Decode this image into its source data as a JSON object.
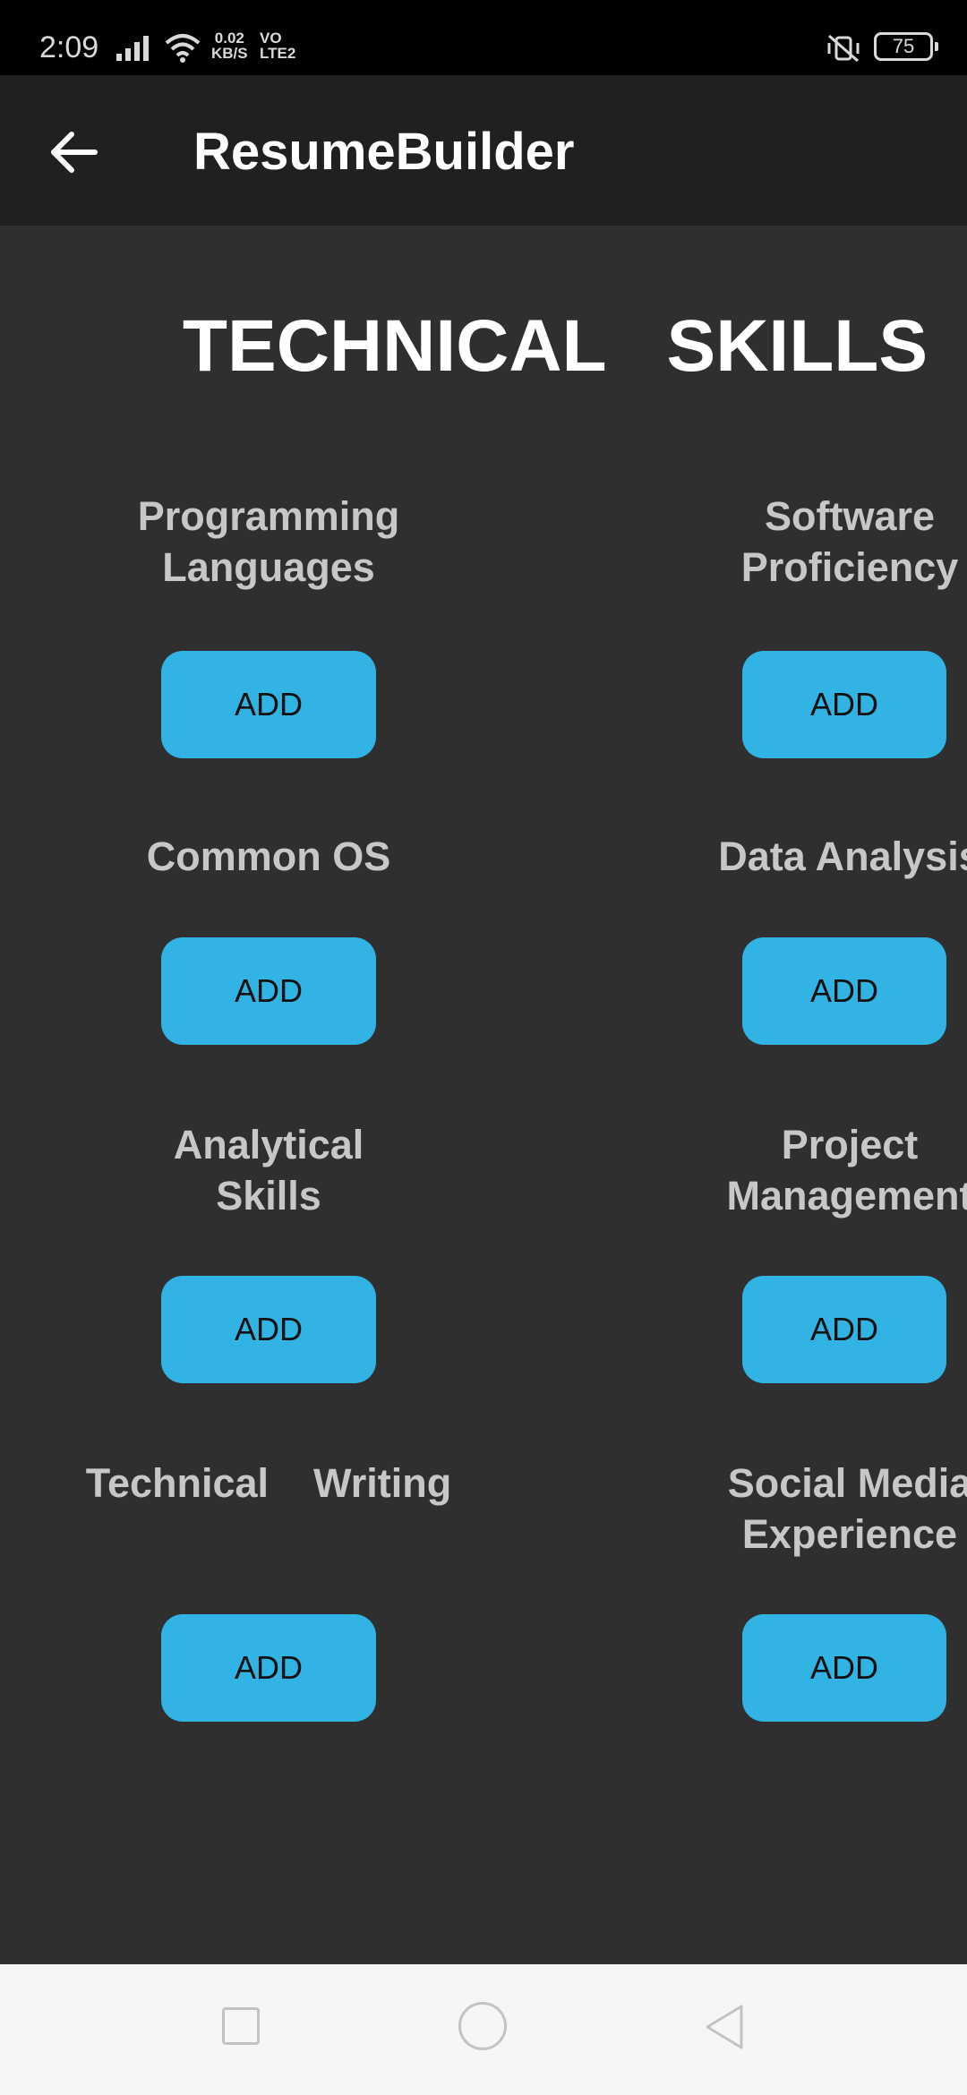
{
  "status_bar": {
    "time": "2:09",
    "net_speed_value": "0.02",
    "net_speed_unit": "KB/S",
    "volte_line1": "VO",
    "volte_line2": "LTE2",
    "battery": "75",
    "icons": [
      "signal-icon",
      "wifi-icon",
      "mute-icon",
      "battery-icon"
    ]
  },
  "app_bar": {
    "back_icon": "arrow-left-icon",
    "title": "ResumeBuilder"
  },
  "page": {
    "heading": "TECHNICAL   SKILLS",
    "add_label": "ADD",
    "skills": [
      {
        "label": "Programming\nLanguages"
      },
      {
        "label": "Software\nProficiency"
      },
      {
        "label": "Common OS"
      },
      {
        "label": "Data Analysis"
      },
      {
        "label": "Analytical\nSkills"
      },
      {
        "label": "Project\nManagement"
      },
      {
        "label": "Technical    Writing"
      },
      {
        "label": "Social Media\nExperience"
      }
    ]
  },
  "nav_bar": {
    "icons": [
      "recent-apps-icon",
      "home-icon",
      "back-triangle-icon"
    ]
  },
  "colors": {
    "background": "#2f2f2f",
    "app_bar": "#202020",
    "accent_button": "#31b3e4",
    "label_text": "#c7c7c7"
  }
}
